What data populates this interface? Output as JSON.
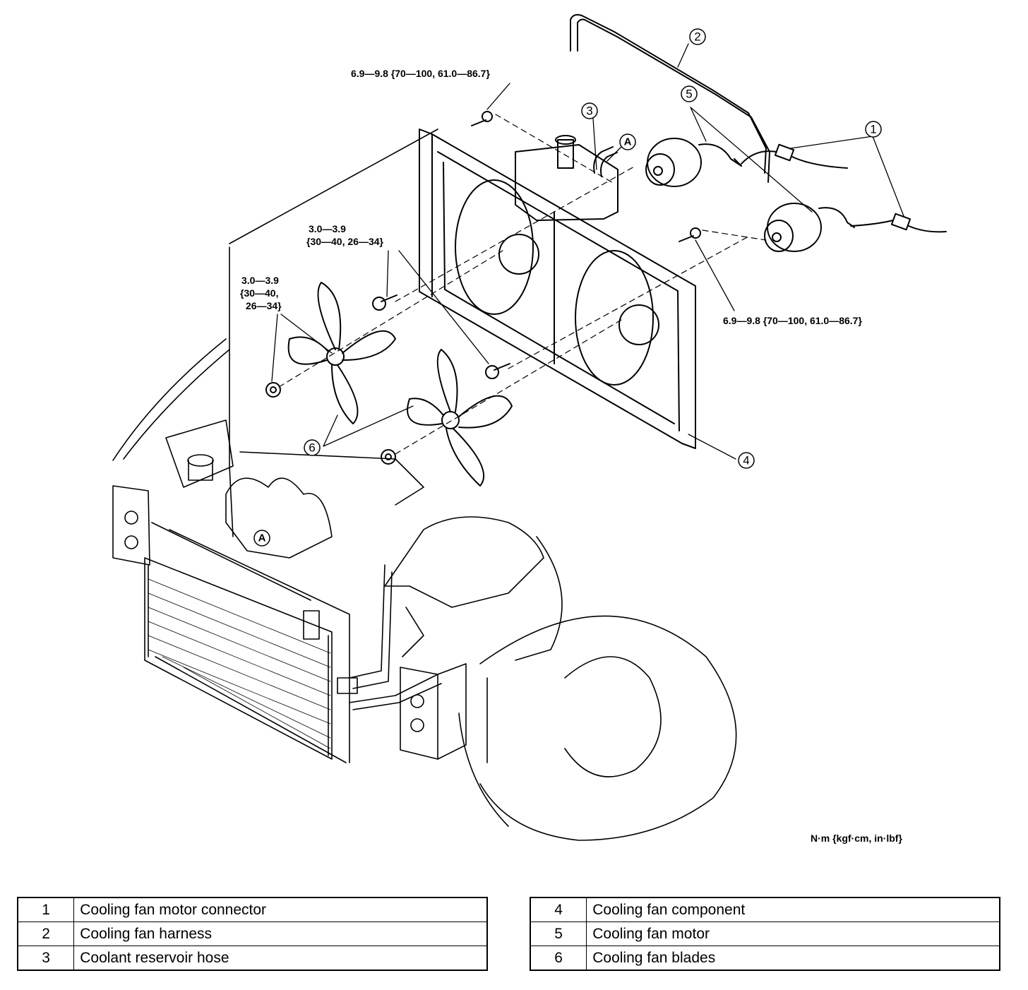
{
  "torque_specs": {
    "upper_bolt": "6.9—9.8 {70—100, 61.0—86.7}",
    "right_bolt": "6.9—9.8 {70—100, 61.0—86.7}",
    "fan_bolt_line1": "3.0—3.9",
    "fan_bolt_line2": "{30—40, 26—34}",
    "fan_nut_line1": "3.0—3.9",
    "fan_nut_line2": "{30—40,",
    "fan_nut_line3": "26—34}"
  },
  "callouts": {
    "c1": "1",
    "c2": "2",
    "c3": "3",
    "c4": "4",
    "c5": "5",
    "c6": "6",
    "a_upper": "A",
    "a_lower": "A"
  },
  "units_note": "N·m {kgf·cm, in·lbf}",
  "legend_left": [
    {
      "num": "1",
      "desc": "Cooling fan motor connector"
    },
    {
      "num": "2",
      "desc": "Cooling fan harness"
    },
    {
      "num": "3",
      "desc": "Coolant reservoir hose"
    }
  ],
  "legend_right": [
    {
      "num": "4",
      "desc": "Cooling fan component"
    },
    {
      "num": "5",
      "desc": "Cooling fan motor"
    },
    {
      "num": "6",
      "desc": "Cooling fan blades"
    }
  ]
}
